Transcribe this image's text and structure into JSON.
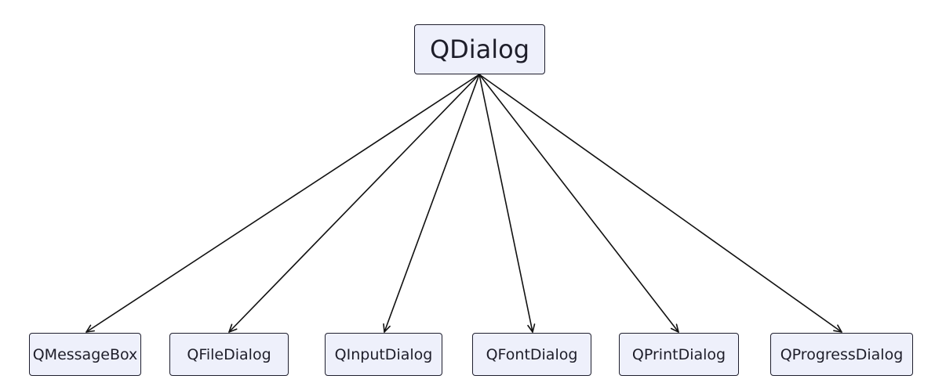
{
  "diagram": {
    "root": {
      "label": "QDialog"
    },
    "children": [
      {
        "label": "QMessageBox"
      },
      {
        "label": "QFileDialog"
      },
      {
        "label": "QInputDialog"
      },
      {
        "label": "QFontDialog"
      },
      {
        "label": "QPrintDialog"
      },
      {
        "label": "QProgressDialog"
      }
    ],
    "edges": [
      {
        "from": "QDialog",
        "to": "QMessageBox"
      },
      {
        "from": "QDialog",
        "to": "QFileDialog"
      },
      {
        "from": "QDialog",
        "to": "QInputDialog"
      },
      {
        "from": "QDialog",
        "to": "QFontDialog"
      },
      {
        "from": "QDialog",
        "to": "QPrintDialog"
      },
      {
        "from": "QDialog",
        "to": "QProgressDialog"
      }
    ],
    "colors": {
      "node_fill": "#eef0fb",
      "node_border": "#1f1f2e",
      "edge": "#111111",
      "text": "#1e1e2a"
    }
  }
}
